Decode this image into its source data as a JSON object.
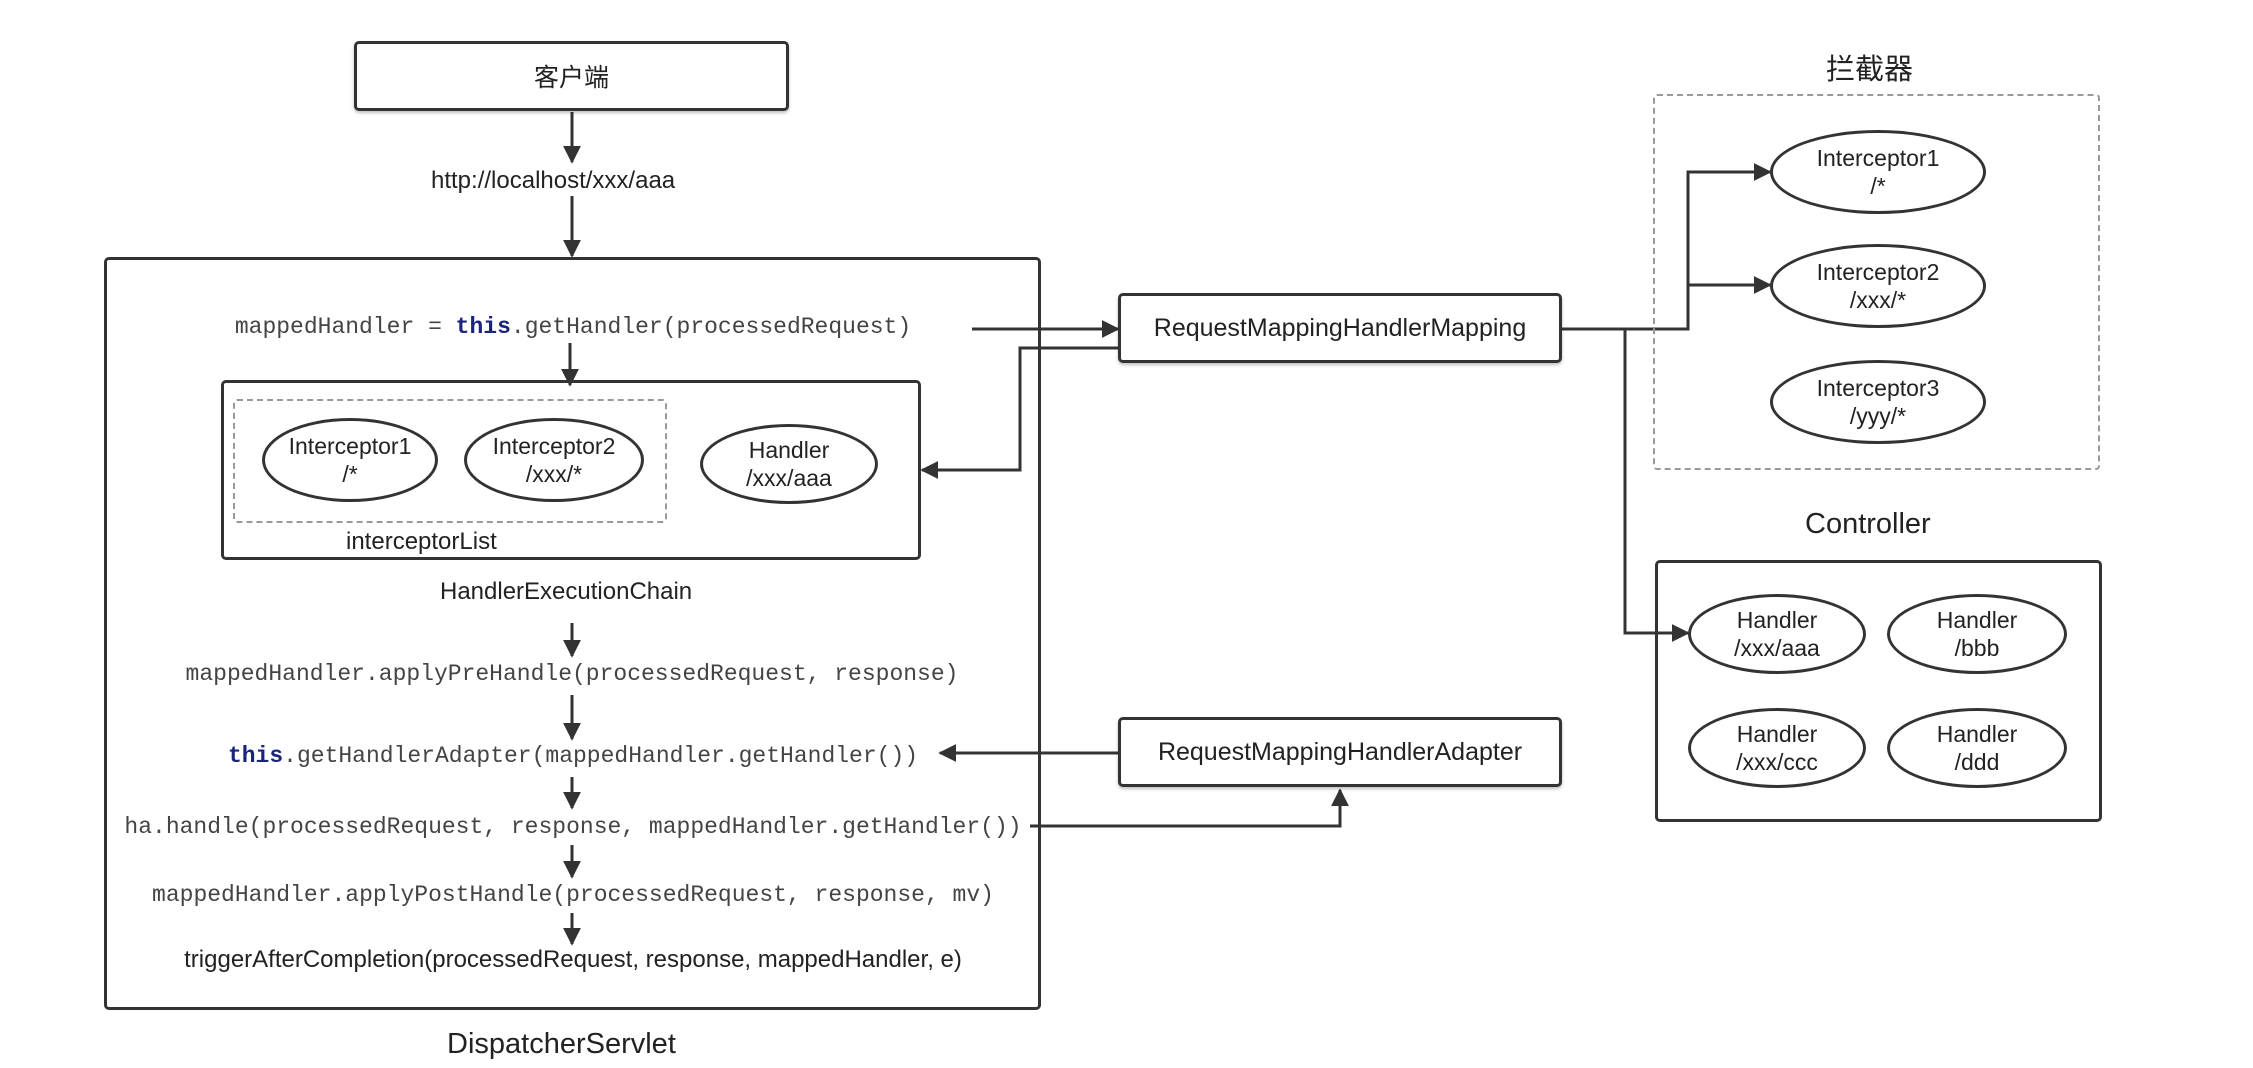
{
  "client": {
    "label": "客户端"
  },
  "request_url": "http://localhost/xxx/aaa",
  "dispatcher": {
    "title": "DispatcherServlet",
    "get_handler": {
      "prefix": "mappedHandler = ",
      "keyword": "this",
      "suffix": ".getHandler(processedRequest)"
    },
    "chain": {
      "title": "HandlerExecutionChain",
      "interceptor_list_label": "interceptorList",
      "interceptors": [
        {
          "name": "Interceptor1",
          "path": "/*"
        },
        {
          "name": "Interceptor2",
          "path": "/xxx/*"
        }
      ],
      "handler": {
        "name": "Handler",
        "path": "/xxx/aaa"
      }
    },
    "apply_pre_handle": "mappedHandler.applyPreHandle(processedRequest, response)",
    "get_handler_adapter": {
      "keyword": "this",
      "suffix": ".getHandlerAdapter(mappedHandler.getHandler())"
    },
    "ha_handle": "ha.handle(processedRequest, response, mappedHandler.getHandler())",
    "apply_post_handle": "mappedHandler.applyPostHandle(processedRequest, response, mv)",
    "trigger_after_completion": "triggerAfterCompletion(processedRequest, response, mappedHandler, e)"
  },
  "handler_mapping": {
    "label": "RequestMappingHandlerMapping"
  },
  "handler_adapter": {
    "label": "RequestMappingHandlerAdapter"
  },
  "interceptors_group": {
    "title": "拦截器",
    "items": [
      {
        "name": "Interceptor1",
        "path": "/*"
      },
      {
        "name": "Interceptor2",
        "path": "/xxx/*"
      },
      {
        "name": "Interceptor3",
        "path": "/yyy/*"
      }
    ]
  },
  "controller_group": {
    "title": "Controller",
    "items": [
      {
        "name": "Handler",
        "path": "/xxx/aaa"
      },
      {
        "name": "Handler",
        "path": "/bbb"
      },
      {
        "name": "Handler",
        "path": "/xxx/ccc"
      },
      {
        "name": "Handler",
        "path": "/ddd"
      }
    ]
  }
}
